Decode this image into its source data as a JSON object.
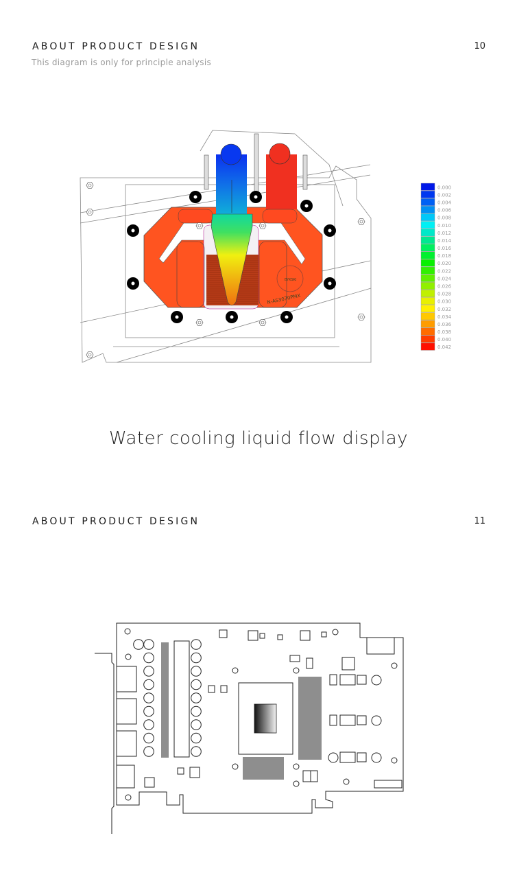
{
  "page1": {
    "header": "ABOUT PRODUCT DESIGN",
    "page_number": "10",
    "subtitle": "This diagram is only for principle analysis",
    "caption": "Water cooling liquid flow display",
    "block_marking": "N-AS3070PMX",
    "logo_text": "BYKSKI",
    "legend": {
      "labels": [
        "0.000",
        "0.002",
        "0.004",
        "0.006",
        "0.008",
        "0.010",
        "0.012",
        "0.014",
        "0.016",
        "0.018",
        "0.020",
        "0.022",
        "0.024",
        "0.026",
        "0.028",
        "0.030",
        "0.032",
        "0.034",
        "0.036",
        "0.038",
        "0.040",
        "0.042"
      ],
      "colors": [
        "#0018e8",
        "#0038f0",
        "#0060f4",
        "#0090f4",
        "#00c8f8",
        "#00f0f4",
        "#00e8c8",
        "#00e890",
        "#00f060",
        "#00f030",
        "#08f000",
        "#30f000",
        "#60f000",
        "#90f000",
        "#c0f000",
        "#e8f000",
        "#fff000",
        "#ffc800",
        "#ff9c00",
        "#ff6c00",
        "#ff3c00",
        "#ff1000"
      ]
    },
    "colors": {
      "inlet": "#1040f0",
      "outlet": "#f03020",
      "block": "#ff5420"
    }
  },
  "page2": {
    "header": "ABOUT PRODUCT DESIGN",
    "page_number": "11"
  }
}
